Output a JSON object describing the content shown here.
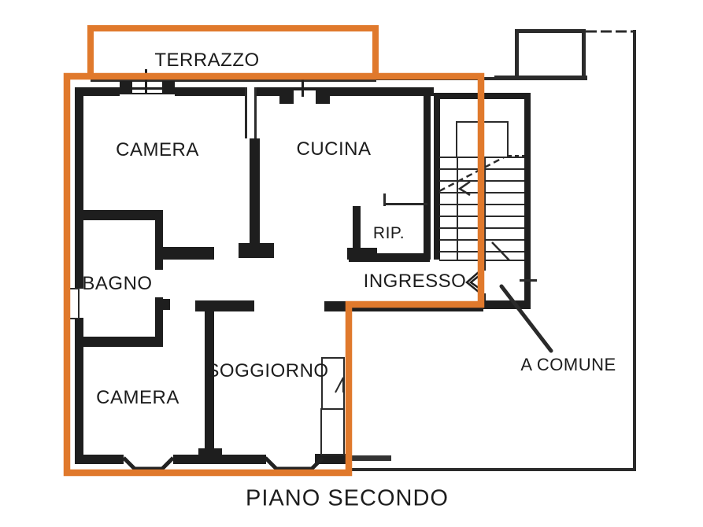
{
  "plan": {
    "title": "PIANO SECONDO",
    "labels": {
      "terrazzo": "TERRAZZO",
      "camera_top": "CAMERA",
      "cucina": "CUCINA",
      "rip": "RIP.",
      "bagno": "BAGNO",
      "ingresso": "INGRESSO",
      "soggiorno": "SOGGIORNO",
      "camera_bottom": "CAMERA",
      "a_comune": "A COMUNE"
    },
    "colors": {
      "highlight_orange": "#E0792C",
      "wall_black": "#1E1E1E",
      "thin_line": "#2B2B2B",
      "background": "#FFFFFF",
      "text": "#1D1D1D"
    }
  }
}
